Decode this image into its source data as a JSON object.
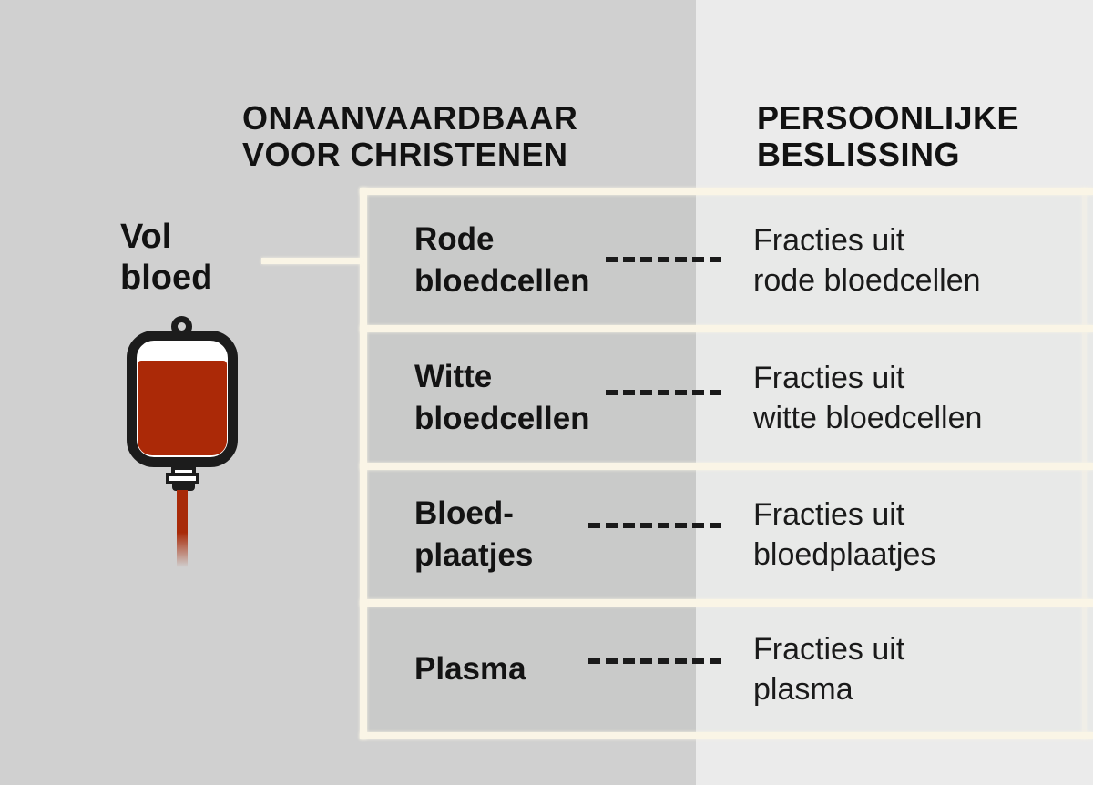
{
  "columns": {
    "left_header": {
      "line1": "ONAANVAARDBAAR",
      "line2": "VOOR CHRISTENEN"
    },
    "right_header": {
      "line1": "PERSOONLIJKE",
      "line2": "BESLISSING"
    }
  },
  "source": {
    "label_line1": "Vol",
    "label_line2": "bloed"
  },
  "rows": [
    {
      "label_line1": "Rode",
      "label_line2": "bloedcellen",
      "result_line1": "Fracties uit",
      "result_line2": "rode bloedcellen"
    },
    {
      "label_line1": "Witte",
      "label_line2": "bloedcellen",
      "result_line1": "Fracties uit",
      "result_line2": "witte bloedcellen"
    },
    {
      "label_line1": "Bloed-",
      "label_line2": "plaatjes",
      "result_line1": "Fracties uit",
      "result_line2": "bloedplaatjes"
    },
    {
      "label_line1": "Plasma",
      "label_line2": "",
      "result_line1": "Fracties uit",
      "result_line2": "plasma"
    }
  ],
  "colors": {
    "background_left": "#d0d0d0",
    "background_right": "#ebebeb",
    "row_cell_left": "#c9cac9",
    "row_cell_right": "#e8e9e8",
    "divider_cream": "#faf5e6",
    "blood_red": "#ab2907",
    "outline_black": "#1c1c1c",
    "text_black": "#131313"
  }
}
